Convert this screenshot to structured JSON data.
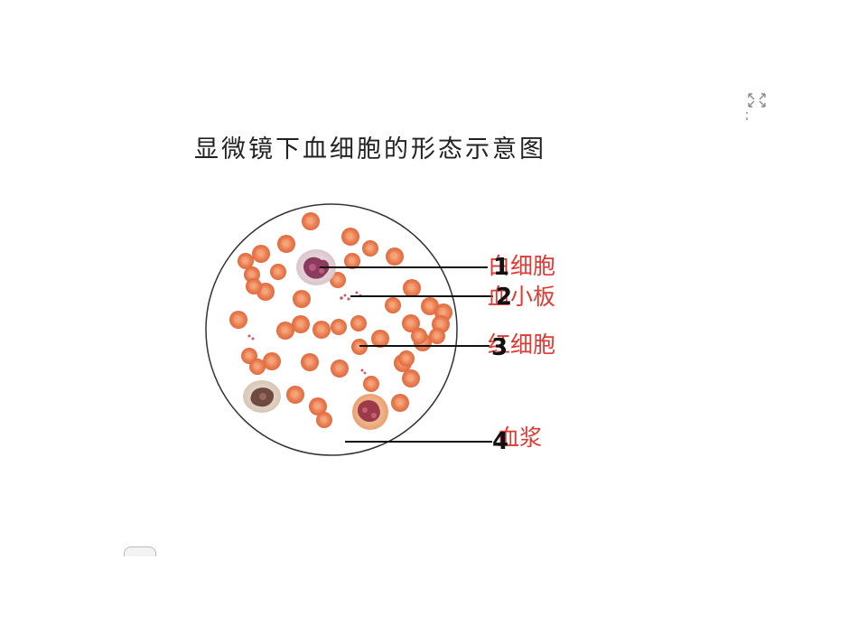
{
  "diagram": {
    "title": "显微镜下血细胞的形态示意图",
    "labels": [
      {
        "number": "1",
        "name": "白细胞"
      },
      {
        "number": "2",
        "name": "血小板"
      },
      {
        "number": "3",
        "name": "红细胞"
      },
      {
        "number": "4",
        "name": "血浆"
      }
    ]
  },
  "colors": {
    "red_cell": "#e8734a",
    "red_cell_center": "#f4a47a",
    "white_cell": "#b05a7a",
    "label_red": "#dd3b35",
    "circle_outline": "#333333"
  },
  "icons": {
    "expand": "expand-icon"
  }
}
